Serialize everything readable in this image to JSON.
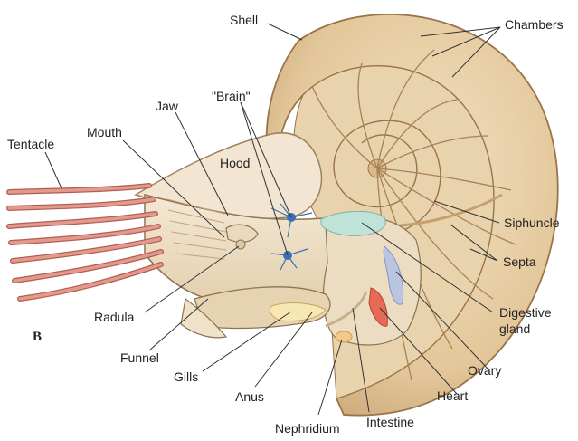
{
  "figure_letter": "B",
  "labels": {
    "shell": "Shell",
    "chambers": "Chambers",
    "jaw": "Jaw",
    "brain": "\"Brain\"",
    "mouth": "Mouth",
    "tentacle": "Tentacle",
    "hood": "Hood",
    "siphuncle": "Siphuncle",
    "septa": "Septa",
    "digestive_gland": [
      "Digestive",
      "gland"
    ],
    "ovary": "Ovary",
    "heart": "Heart",
    "intestine": "Intestine",
    "nephridium": "Nephridium",
    "anus": "Anus",
    "gills": "Gills",
    "funnel": "Funnel",
    "radula": "Radula"
  },
  "colors": {
    "shell_fill": "#e7cfa6",
    "shell_stroke": "#9a7348",
    "septa": "#a98158",
    "body": "#efe0c6",
    "hood": "#f2e6d2",
    "tentacle": "#e29a8c",
    "tentacle_stroke": "#b25e52",
    "digestive_gland": "#bfe3d8",
    "nerve": "#3d6fb5",
    "gills": "#f7e7b4",
    "heart": "#e66a56",
    "ovary": "#b9c6e2",
    "nephridium": "#f3c98a",
    "leader": "#333333"
  }
}
